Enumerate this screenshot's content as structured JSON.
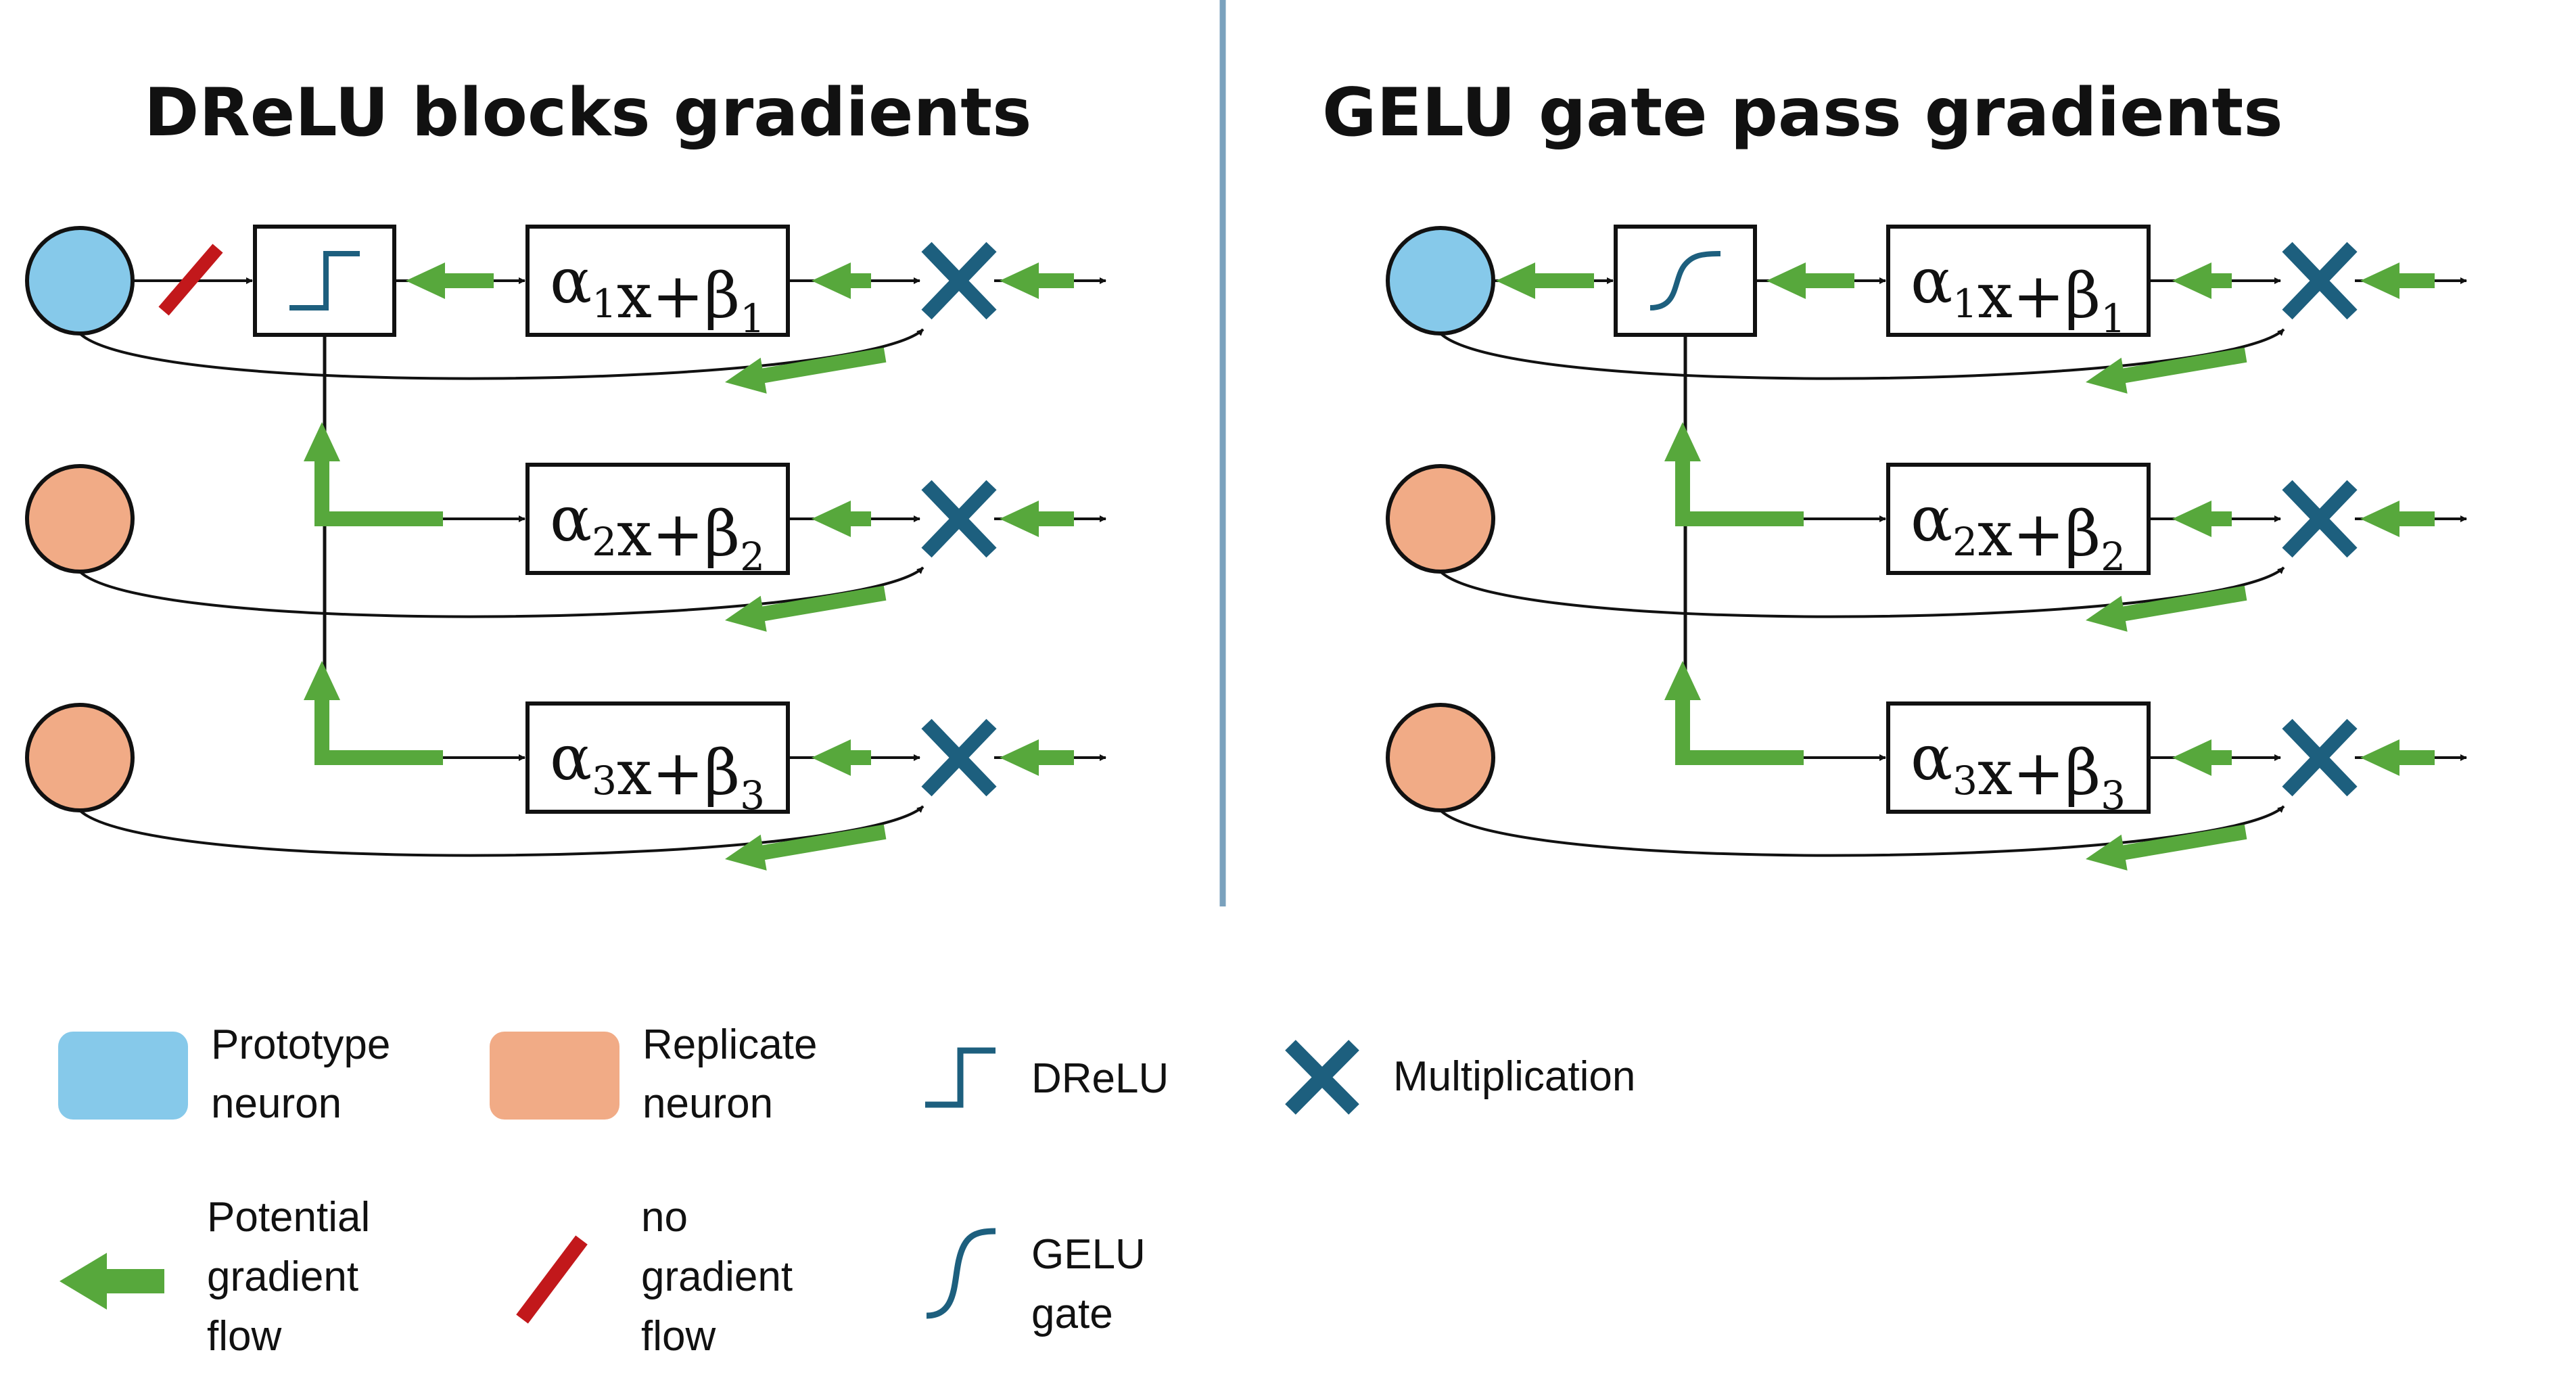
{
  "colors": {
    "prototype": "#86c9ea",
    "replicate": "#f1ab86",
    "gradient": "#57a83c",
    "blocked": "#c2181b",
    "gate": "#1d5f7e",
    "divider": "#7aa1bd",
    "line": "#111111"
  },
  "panels": [
    {
      "title": "DReLU blocks gradients",
      "gate_icon": "step-icon",
      "blocked": true,
      "rows": [
        {
          "base": "α",
          "sub": "1",
          "mid": "x+",
          "base2": "β",
          "sub2": "1"
        },
        {
          "base": "α",
          "sub": "2",
          "mid": "x+",
          "base2": "β",
          "sub2": "2"
        },
        {
          "base": "α",
          "sub": "3",
          "mid": "x+",
          "base2": "β",
          "sub2": "3"
        }
      ]
    },
    {
      "title": "GELU gate pass gradients",
      "gate_icon": "sigmoid-icon",
      "blocked": false,
      "rows": [
        {
          "base": "α",
          "sub": "1",
          "mid": "x+",
          "base2": "β",
          "sub2": "1"
        },
        {
          "base": "α",
          "sub": "2",
          "mid": "x+",
          "base2": "β",
          "sub2": "2"
        },
        {
          "base": "α",
          "sub": "3",
          "mid": "x+",
          "base2": "β",
          "sub2": "3"
        }
      ]
    }
  ],
  "legend": {
    "prototype": [
      "Prototype",
      "neuron"
    ],
    "replicate": [
      "Replicate",
      "neuron"
    ],
    "drelu": [
      "DReLU"
    ],
    "multiplication": [
      "Multiplication"
    ],
    "gradient_flow": [
      "Potential",
      "gradient",
      "flow"
    ],
    "no_gradient": [
      "no",
      "gradient",
      "flow"
    ],
    "gelu": [
      "GELU",
      "gate"
    ]
  }
}
